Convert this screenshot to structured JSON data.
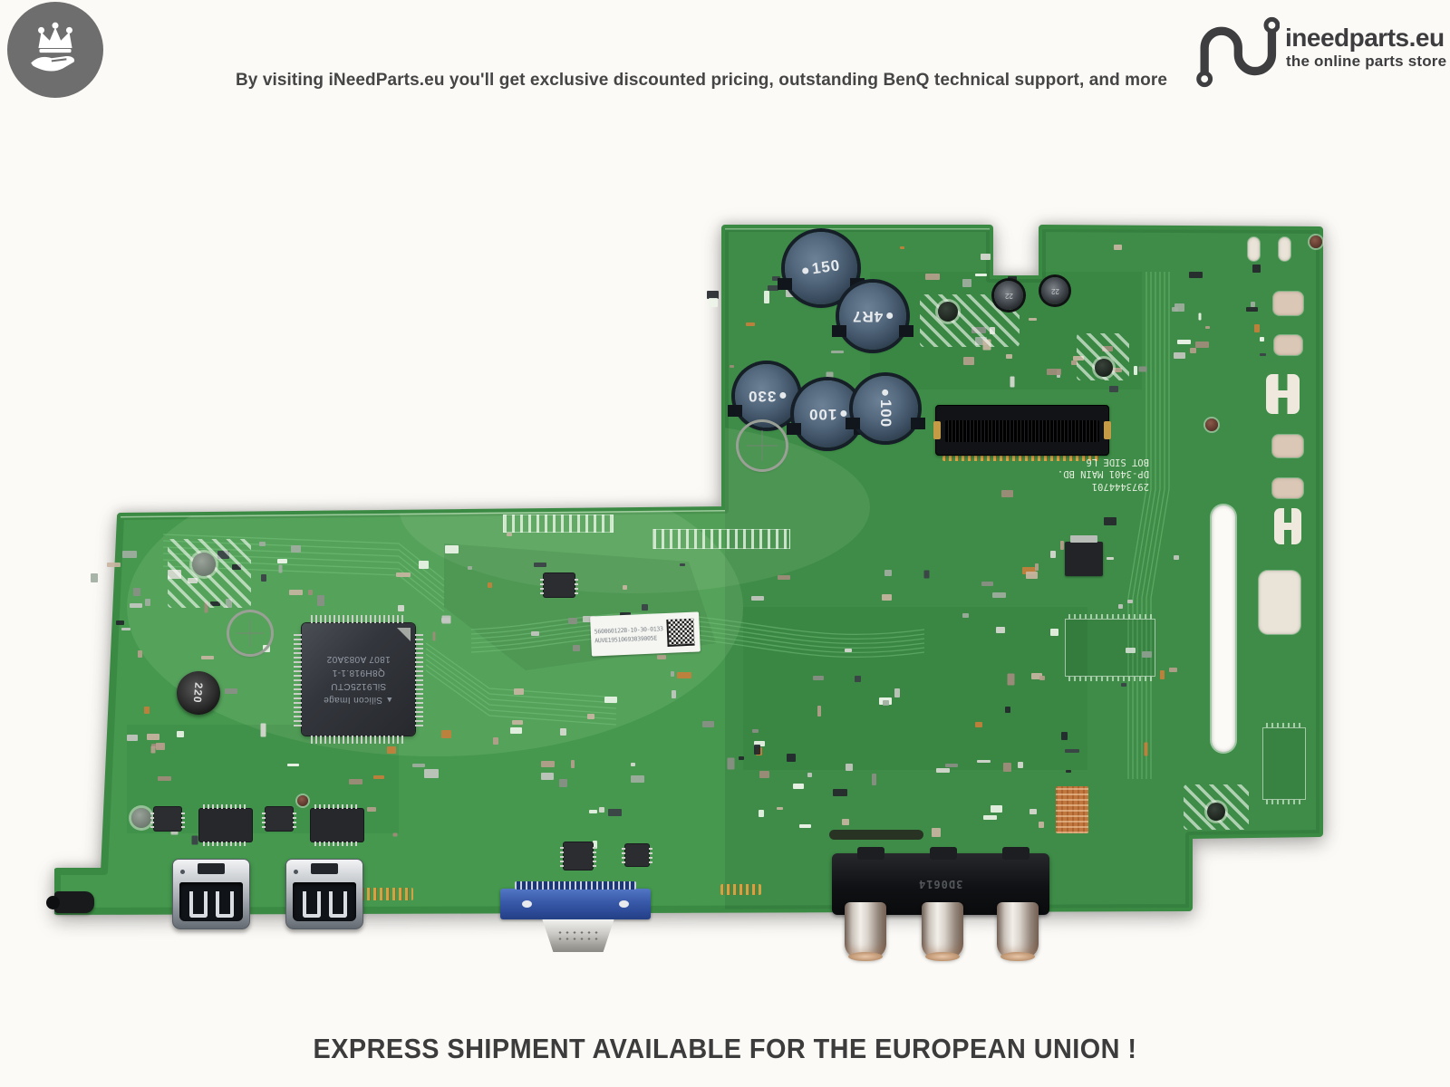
{
  "header": {
    "badge_icon": "crown-in-hand",
    "tagline": "By visiting iNeedParts.eu you'll get exclusive discounted pricing, outstanding BenQ technical support, and more",
    "brand": {
      "logo_icon": "wire-letter-n",
      "name": "ineedparts.eu",
      "slogan": "the online parts store"
    }
  },
  "footer": {
    "notice": "EXPRESS SHIPMENT AVAILABLE FOR THE EUROPEAN UNION !"
  },
  "board": {
    "silkscreen": {
      "part_number": "2973444701",
      "board_name": "DP-3401 MAIN BD.",
      "side_label": "BOT SIDE L6"
    },
    "main_chip": {
      "brand": "Silicon Image",
      "model": "SiL9125CTU",
      "lot_code": "Q8H918.1-1",
      "date_code": "1807",
      "trace_code": "A083A02"
    },
    "sticker": {
      "line1": "560060122B-10-30-0133",
      "line2": "AUVE19510693039005E"
    },
    "inductors": [
      {
        "label": "150"
      },
      {
        "label": "4R7"
      },
      {
        "label": "330"
      },
      {
        "label": "100"
      },
      {
        "label": "100"
      }
    ],
    "coil_label": "220",
    "small_caps": [
      {
        "label": "22"
      },
      {
        "label": "22"
      }
    ],
    "rca_block_label": "3D0614",
    "colors": {
      "pcb_green": "#45984e",
      "inductor_blue": "#51667c",
      "vga_blue": "#3a5cab",
      "brand_dark": "#3d3d3f"
    }
  }
}
